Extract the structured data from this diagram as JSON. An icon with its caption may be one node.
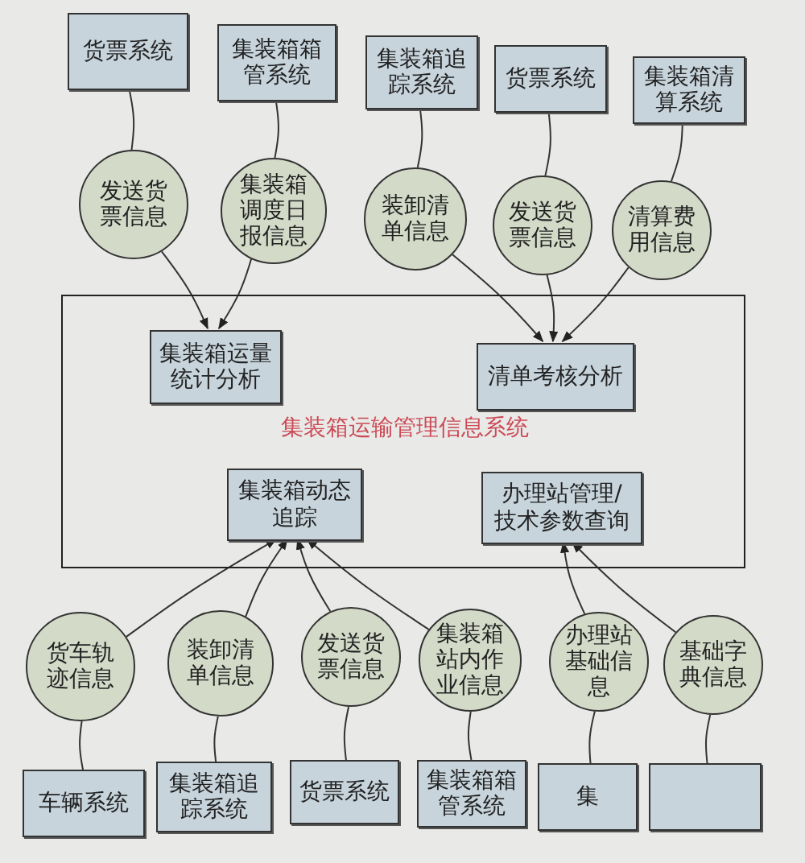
{
  "diagram": {
    "nodes": [
      {
        "text": [
          "货票系统"
        ]
      },
      {
        "text": [
          "集装箱箱管系统"
        ]
      },
      {
        "text": [
          "集装箱追踪系统"
        ]
      },
      {
        "text": [
          "货票系统"
        ]
      },
      {
        "text": [
          "集装箱清算系统"
        ]
      },
      {
        "text": [
          "发送货票信息"
        ]
      },
      {
        "text": [
          "集装箱调度日报信息"
        ]
      },
      {
        "text": [
          "装卸清单信息"
        ]
      },
      {
        "text": [
          "发送货票信息"
        ]
      },
      {
        "text": [
          "清算费用信息"
        ]
      },
      {
        "text": [
          "集装箱运输管理信息系统"
        ]
      },
      {
        "text": [
          "集装箱运量统计分析"
        ],
        "in": 10
      },
      {
        "text": [
          "清单考核分析"
        ],
        "in": 10
      },
      {
        "text": [
          "集装箱动态追踪"
        ],
        "in": 10
      },
      {
        "text": [
          "办理站管理/技术参数查询"
        ],
        "in": 10
      },
      {
        "text": [
          "货车轨迹信息"
        ]
      },
      {
        "text": [
          "装卸清单信息"
        ]
      },
      {
        "text": [
          "发送货票信息"
        ]
      },
      {
        "text": [
          "集装箱站内作业信息"
        ]
      },
      {
        "text": [
          "办理站基础信息"
        ]
      },
      {
        "text": [
          "基础字典信息"
        ]
      },
      {
        "text": [
          "车辆系统"
        ]
      },
      {
        "text": [
          "集装箱追踪系统"
        ]
      },
      {
        "text": [
          "货票系统"
        ]
      },
      {
        "text": [
          "集装箱箱管系统"
        ]
      },
      {
        "text": [
          "集"
        ]
      },
      {
        "text": [],
        "shape": "box"
      }
    ],
    "edges": [
      {
        "from": 0,
        "to": 5,
        "arrow": "none"
      },
      {
        "from": 1,
        "to": 6,
        "arrow": "none"
      },
      {
        "from": 2,
        "to": 7,
        "arrow": "none"
      },
      {
        "from": 3,
        "to": 8,
        "arrow": "none"
      },
      {
        "from": 4,
        "to": 9,
        "arrow": "none"
      },
      {
        "from": 5,
        "to": 11,
        "arrow": "to"
      },
      {
        "from": 6,
        "to": 11,
        "arrow": "to"
      },
      {
        "from": 7,
        "to": 12,
        "arrow": "to"
      },
      {
        "from": 8,
        "to": 12,
        "arrow": "to"
      },
      {
        "from": 9,
        "to": 12,
        "arrow": "to"
      },
      {
        "from": 15,
        "to": 13,
        "arrow": "to"
      },
      {
        "from": 16,
        "to": 13,
        "arrow": "to"
      },
      {
        "from": 17,
        "to": 13,
        "arrow": "to"
      },
      {
        "from": 18,
        "to": 13,
        "arrow": "to"
      },
      {
        "from": 19,
        "to": 14,
        "arrow": "to"
      },
      {
        "from": 20,
        "to": 14,
        "arrow": "to"
      },
      {
        "from": 21,
        "to": 15,
        "arrow": "none"
      },
      {
        "from": 22,
        "to": 16,
        "arrow": "none"
      },
      {
        "from": 23,
        "to": 17,
        "arrow": "none"
      },
      {
        "from": 24,
        "to": 18,
        "arrow": "none"
      },
      {
        "from": 25,
        "to": 19,
        "arrow": "none"
      },
      {
        "from": 26,
        "to": 20,
        "arrow": "none"
      }
    ]
  }
}
